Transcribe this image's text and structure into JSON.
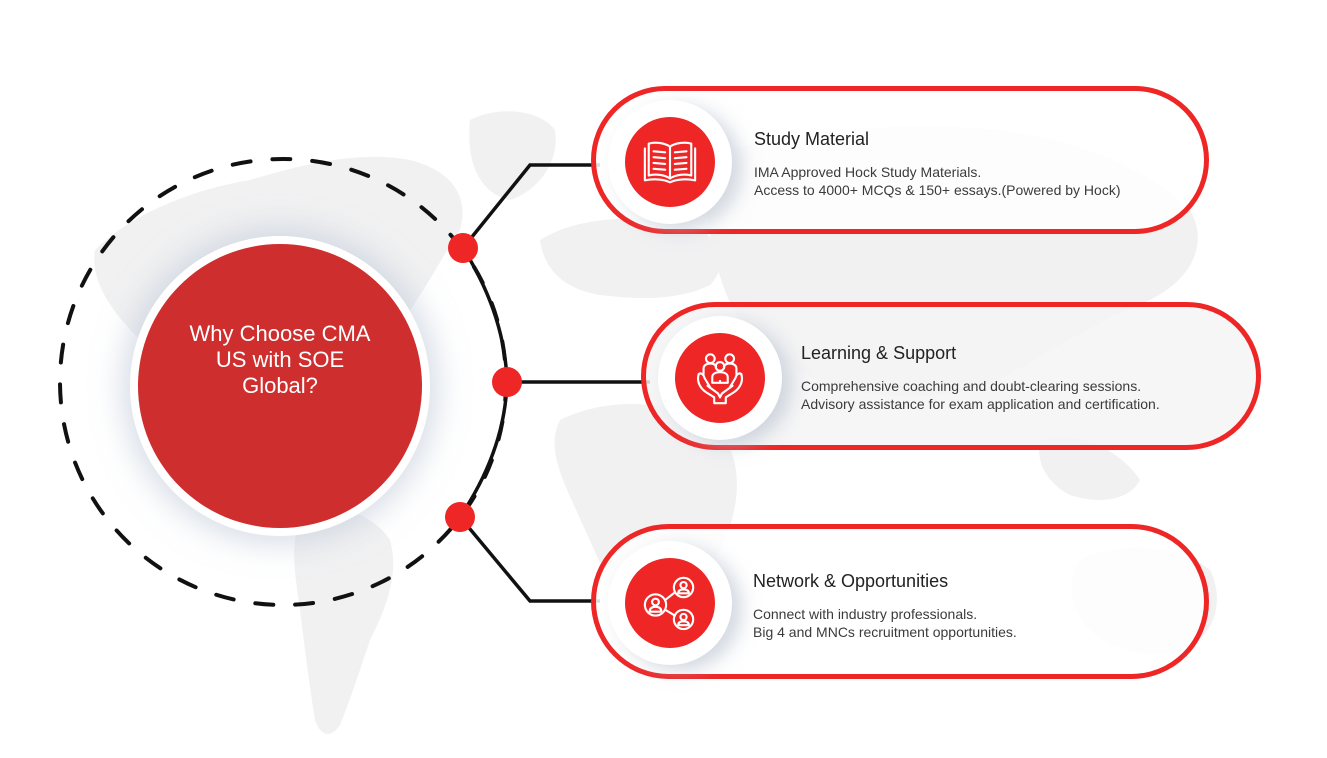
{
  "hub": {
    "title": "Why Choose CMA US with SOE Global?"
  },
  "colors": {
    "hub_fill": "#cf2e2e",
    "accent_red": "#ee2626",
    "connector": "#111111",
    "map": "#f0f0f1"
  },
  "features": [
    {
      "title": "Study Material",
      "icon": "open-book-icon",
      "lines": [
        "IMA Approved Hock Study Materials.",
        "Access to 4000+ MCQs & 150+ essays.(Powered by Hock)"
      ]
    },
    {
      "title": "Learning & Support",
      "icon": "hands-holding-people-icon",
      "lines": [
        "Comprehensive coaching and doubt-clearing sessions.",
        "Advisory assistance for exam application and certification."
      ]
    },
    {
      "title": "Network & Opportunities",
      "icon": "network-people-icon",
      "lines": [
        "Connect with industry professionals.",
        "Big 4 and MNCs recruitment opportunities."
      ]
    }
  ]
}
